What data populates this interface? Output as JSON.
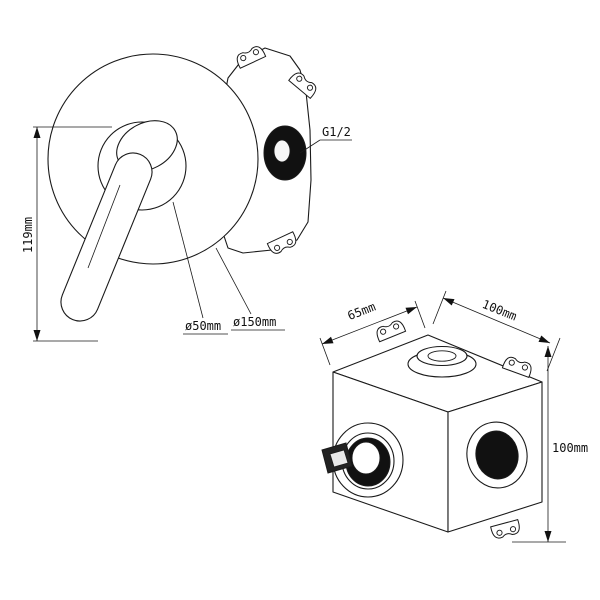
{
  "colors": {
    "background": "#ffffff",
    "line": "#1a1a1a",
    "port_fill": "#111111"
  },
  "front_view": {
    "labels": {
      "height": "119mm",
      "handle_diameter": "ø50mm",
      "plate_diameter": "ø150mm",
      "thread_size": "G1/2"
    }
  },
  "body_view": {
    "labels": {
      "width": "100mm",
      "depth": "65mm",
      "height": "100mm"
    }
  }
}
